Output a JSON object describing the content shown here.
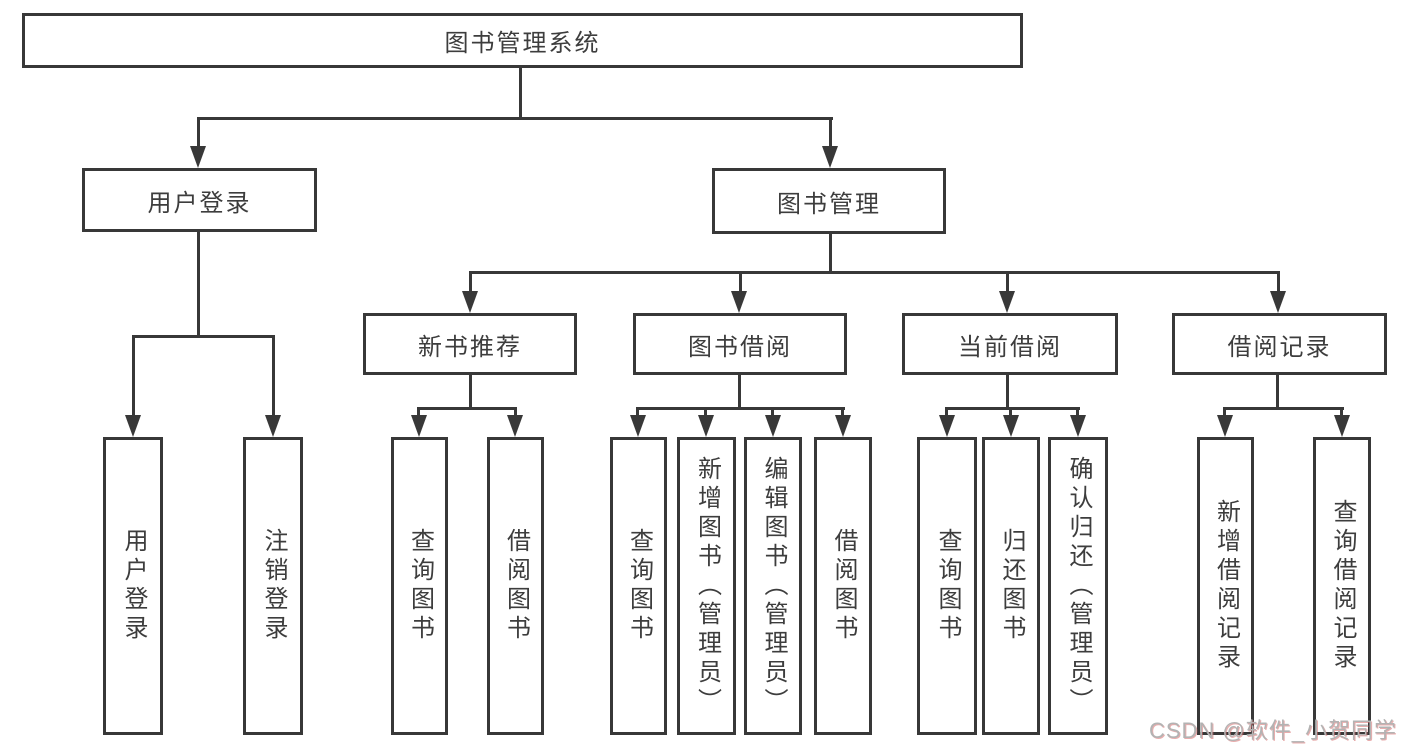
{
  "root": {
    "label": "图书管理系统"
  },
  "level1": [
    {
      "label": "用户登录"
    },
    {
      "label": "图书管理"
    }
  ],
  "level2": [
    {
      "label": "新书推荐"
    },
    {
      "label": "图书借阅"
    },
    {
      "label": "当前借阅"
    },
    {
      "label": "借阅记录"
    }
  ],
  "leaves": [
    {
      "label": "用户登录"
    },
    {
      "label": "注销登录"
    },
    {
      "label": "查询图书"
    },
    {
      "label": "借阅图书"
    },
    {
      "label": "查询图书"
    },
    {
      "label": "新增图书（管理员）"
    },
    {
      "label": "编辑图书（管理员）"
    },
    {
      "label": "借阅图书"
    },
    {
      "label": "查询图书"
    },
    {
      "label": "归还图书"
    },
    {
      "label": "确认归还（管理员）"
    },
    {
      "label": "新增借阅记录"
    },
    {
      "label": "查询借阅记录"
    }
  ],
  "watermark": {
    "text": "CSDN @软件_小贺同学"
  },
  "colors": {
    "line": "#383838",
    "text": "#3d3d3d",
    "background": "#ffffff",
    "watermark": "#b3b3b3"
  }
}
